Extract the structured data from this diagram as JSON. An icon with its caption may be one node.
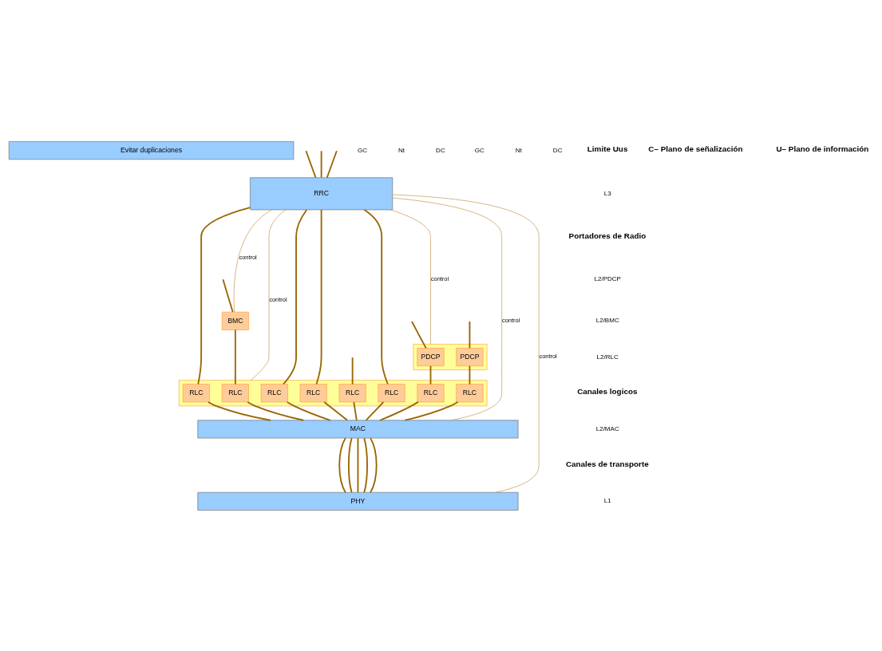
{
  "diagram": {
    "nodes": [
      {
        "text": [
          "Evitar duplicaciones"
        ]
      },
      {
        "text": [
          "RRC"
        ]
      },
      {
        "text": [],
        "shape": "box"
      },
      {
        "text": [
          "PDCP"
        ],
        "in": 2
      },
      {
        "text": [
          "PDCP"
        ],
        "in": 2
      },
      {
        "text": [
          "BMC"
        ]
      },
      {
        "text": [],
        "shape": "box"
      },
      {
        "text": [
          "RLC"
        ],
        "in": 6
      },
      {
        "text": [
          "RLC"
        ],
        "in": 6
      },
      {
        "text": [
          "RLC"
        ],
        "in": 6
      },
      {
        "text": [
          "RLC"
        ],
        "in": 6
      },
      {
        "text": [
          "RLC"
        ],
        "in": 6
      },
      {
        "text": [
          "RLC"
        ],
        "in": 6
      },
      {
        "text": [
          "RLC"
        ],
        "in": 6
      },
      {
        "text": [
          "RLC"
        ],
        "in": 6
      },
      {
        "text": [
          "MAC"
        ]
      },
      {
        "text": [
          "PHY"
        ]
      }
    ],
    "edges": [
      {
        "from": null,
        "to": 1,
        "arrow": "none"
      },
      {
        "from": null,
        "to": 1,
        "arrow": "none"
      },
      {
        "from": null,
        "to": 1,
        "arrow": "none"
      },
      {
        "from": null,
        "to": 3,
        "arrow": "none"
      },
      {
        "from": null,
        "to": 4,
        "arrow": "none"
      },
      {
        "from": null,
        "to": 13,
        "arrow": "none"
      },
      {
        "from": null,
        "to": 5,
        "arrow": "none"
      },
      {
        "from": 1,
        "to": 2,
        "arrow": "none",
        "label": "control",
        "color": "#c89b5a"
      },
      {
        "from": 1,
        "to": 5,
        "arrow": "none",
        "label": "control",
        "color": "#c89b5a"
      },
      {
        "from": 1,
        "to": 6,
        "arrow": "none",
        "label": "control",
        "color": "#c89b5a"
      },
      {
        "from": 1,
        "to": 15,
        "arrow": "none",
        "label": "control",
        "color": "#c89b5a"
      },
      {
        "from": 1,
        "to": 16,
        "arrow": "none",
        "label": "control",
        "color": "#c89b5a"
      },
      {
        "from": 1,
        "to": 7,
        "arrow": "none"
      },
      {
        "from": 1,
        "to": 8,
        "arrow": "none"
      },
      {
        "from": 1,
        "to": 9,
        "arrow": "none"
      },
      {
        "from": 1,
        "to": 10,
        "arrow": "none"
      },
      {
        "from": 3,
        "to": 11,
        "arrow": "none"
      },
      {
        "from": 4,
        "to": 12,
        "arrow": "none"
      },
      {
        "from": 5,
        "to": 14,
        "arrow": "none"
      },
      {
        "from": 7,
        "to": 15,
        "arrow": "none"
      },
      {
        "from": 8,
        "to": 15,
        "arrow": "none"
      },
      {
        "from": 9,
        "to": 15,
        "arrow": "none"
      },
      {
        "from": 10,
        "to": 15,
        "arrow": "none"
      },
      {
        "from": 11,
        "to": 15,
        "arrow": "none"
      },
      {
        "from": 12,
        "to": 15,
        "arrow": "none"
      },
      {
        "from": 13,
        "to": 15,
        "arrow": "none"
      },
      {
        "from": 14,
        "to": 15,
        "arrow": "none"
      },
      {
        "from": 15,
        "to": 16,
        "arrow": "none"
      },
      {
        "from": 15,
        "to": 16,
        "arrow": "none"
      },
      {
        "from": 15,
        "to": 16,
        "arrow": "none"
      },
      {
        "from": 15,
        "to": 16,
        "arrow": "none"
      },
      {
        "from": 15,
        "to": 16,
        "arrow": "none"
      }
    ],
    "labels": [
      "GC",
      "Nt",
      "DC",
      "GC",
      "Nt",
      "DC",
      "Limite Uus",
      "C– Plano de señalización",
      "U– Plano de información",
      "L3",
      "Portadores de Radio",
      "L2/PDCP",
      "L2/BMC",
      "L2/RLC",
      "Canales logicos",
      "L2/MAC",
      "Canales de transporte",
      "L1"
    ]
  }
}
